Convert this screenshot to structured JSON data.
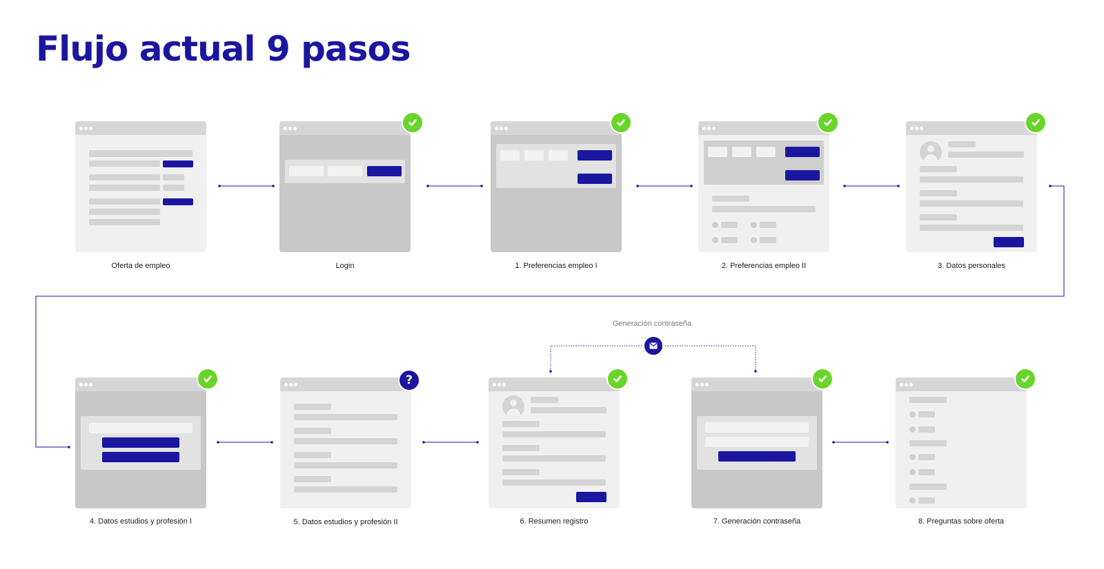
{
  "page": {
    "title": "Flujo actual 9 pasos"
  },
  "colors": {
    "accent": "#1a16a0",
    "check": "#69d42a",
    "placeholder": "#d4d4d4",
    "connector": "#1a16a0"
  },
  "steps": [
    {
      "label": "Oferta de empleo",
      "status": "none"
    },
    {
      "label": "Login",
      "status": "check",
      "icon": "check-icon"
    },
    {
      "label": "1. Preferencias empleo I",
      "status": "check",
      "icon": "check-icon"
    },
    {
      "label": "2. Preferencias empleo II",
      "status": "check",
      "icon": "check-icon"
    },
    {
      "label": "3. Datos personales",
      "status": "check",
      "icon": "check-icon"
    },
    {
      "label": "4. Datos estudios y profesión I",
      "status": "check",
      "icon": "check-icon"
    },
    {
      "label": "5. Datos estudios y profesión II",
      "status": "question",
      "icon": "question-icon",
      "badge_text": "?"
    },
    {
      "label": "6. Resumen registro",
      "status": "check",
      "icon": "check-icon"
    },
    {
      "label": "7. Generación contraseña",
      "status": "check",
      "icon": "check-icon"
    },
    {
      "label": "8. Preguntas sobre oferta",
      "status": "check",
      "icon": "check-icon"
    }
  ],
  "branch": {
    "label": "Generación contraseña",
    "icon": "mail-icon"
  }
}
